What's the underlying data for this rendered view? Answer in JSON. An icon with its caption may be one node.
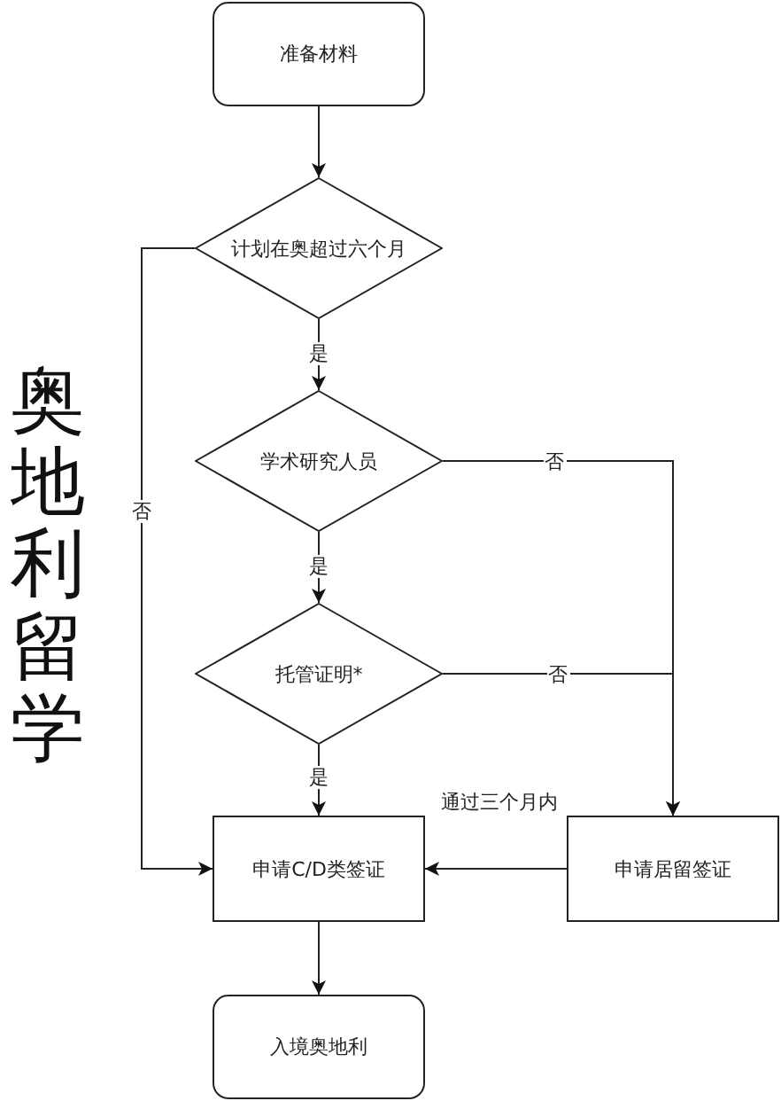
{
  "diagram": {
    "title": "奥地利留学",
    "nodes": [
      {
        "text": [
          "准备材料"
        ]
      },
      {
        "text": [
          "计划在奥超过六个月"
        ]
      },
      {
        "text": [
          "学术研究人员"
        ]
      },
      {
        "text": [
          "托管证明*"
        ]
      },
      {
        "text": [
          "申请C/D类签证"
        ]
      },
      {
        "text": [
          "申请居留签证"
        ]
      },
      {
        "text": [
          "入境奥地利"
        ]
      }
    ],
    "edges": [
      {
        "from": 0,
        "to": 1,
        "arrow": "to"
      },
      {
        "from": 1,
        "to": 2,
        "arrow": "to",
        "label": "是"
      },
      {
        "from": 2,
        "to": 3,
        "arrow": "to",
        "label": "是"
      },
      {
        "from": 3,
        "to": 4,
        "arrow": "to",
        "label": "是"
      },
      {
        "from": 1,
        "to": 4,
        "arrow": "to",
        "label": "否"
      },
      {
        "from": 2,
        "to": 5,
        "arrow": "to",
        "label": "否"
      },
      {
        "from": 3,
        "to": 5,
        "arrow": "to",
        "label": "否"
      },
      {
        "from": 5,
        "to": 4,
        "arrow": "to",
        "label": "通过三个月内"
      },
      {
        "from": 4,
        "to": 6,
        "arrow": "to"
      }
    ]
  }
}
